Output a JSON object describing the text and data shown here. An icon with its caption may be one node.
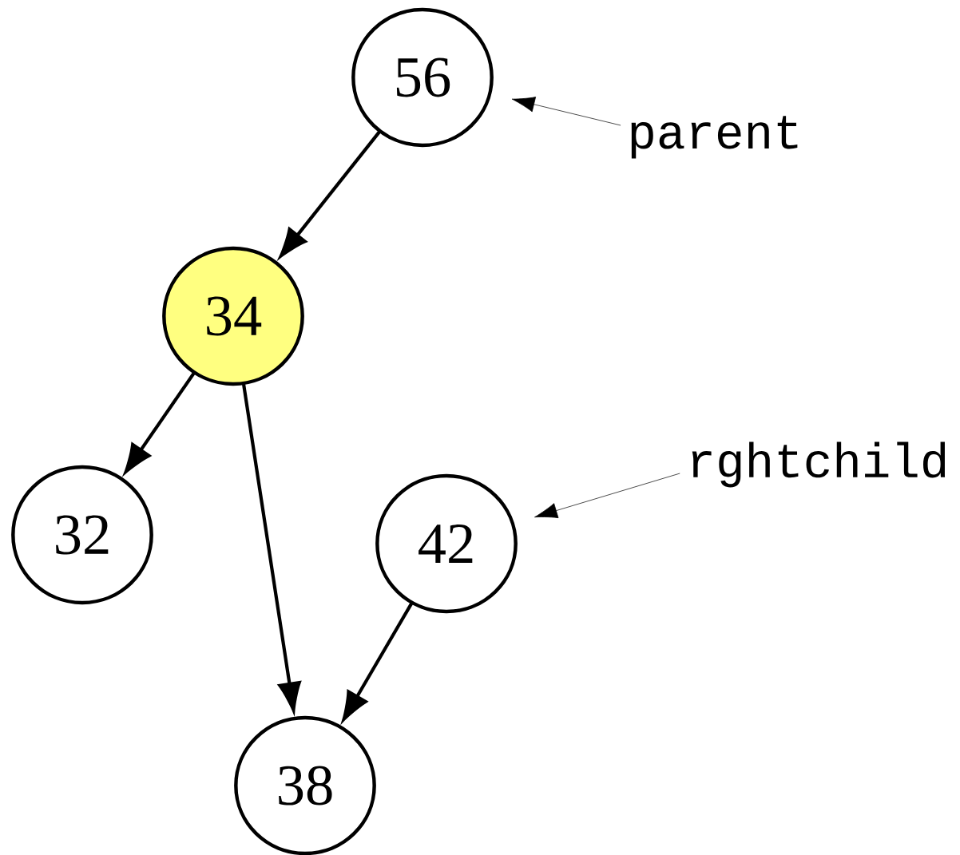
{
  "diagram": {
    "nodes": [
      {
        "text": [
          "56"
        ]
      },
      {
        "text": [
          "34"
        ]
      },
      {
        "text": [
          "32"
        ]
      },
      {
        "text": [
          "42"
        ]
      },
      {
        "text": [
          "38"
        ]
      },
      {
        "text": [
          "parent"
        ]
      },
      {
        "text": [
          "rghtchild"
        ]
      }
    ],
    "edges": [
      {
        "from": 0,
        "to": 1,
        "arrow": "to"
      },
      {
        "from": 1,
        "to": 2,
        "arrow": "to"
      },
      {
        "from": 1,
        "to": 4,
        "arrow": "to"
      },
      {
        "from": 3,
        "to": 4,
        "arrow": "to"
      },
      {
        "from": 5,
        "to": 0,
        "arrow": "to"
      },
      {
        "from": 6,
        "to": 3,
        "arrow": "to"
      }
    ]
  }
}
